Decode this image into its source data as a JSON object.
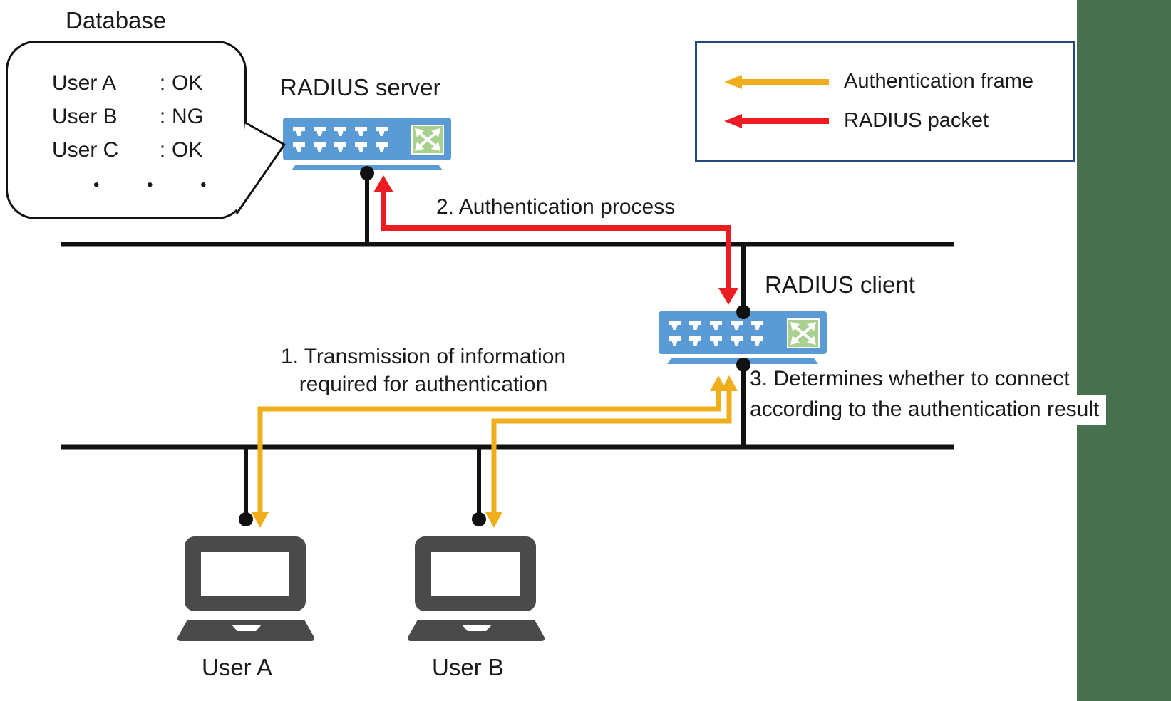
{
  "colors": {
    "arrow_yellow": "#F0AE1C",
    "arrow_red": "#EB1C22",
    "switch_blue": "#5B9BD5",
    "switch_green": "#A9D08E",
    "sidebar_green": "#47714E",
    "legend_border": "#24477E",
    "laptop_gray": "#4A4A4A",
    "wire_black": "#111111"
  },
  "database": {
    "title": "Database",
    "rows": [
      {
        "name": "User A",
        "colon": ":",
        "status": "OK"
      },
      {
        "name": "User B",
        "colon": ":",
        "status": "NG"
      },
      {
        "name": "User C",
        "colon": ":",
        "status": "OK"
      }
    ],
    "ellipsis": "• • •"
  },
  "devices": {
    "server_label": "RADIUS server",
    "client_label": "RADIUS client"
  },
  "legend": {
    "items": [
      {
        "label": "Authentication frame",
        "color": "#F0AE1C"
      },
      {
        "label": "RADIUS packet",
        "color": "#EB1C22"
      }
    ]
  },
  "steps": {
    "step1_line1": "1.  Transmission of information",
    "step1_line2": "required for authentication",
    "step2": "2. Authentication process",
    "step3_line1": "3. Determines whether to connect",
    "step3_line2": "according to the authentication result"
  },
  "users": [
    {
      "label": "User A"
    },
    {
      "label": "User B"
    }
  ]
}
